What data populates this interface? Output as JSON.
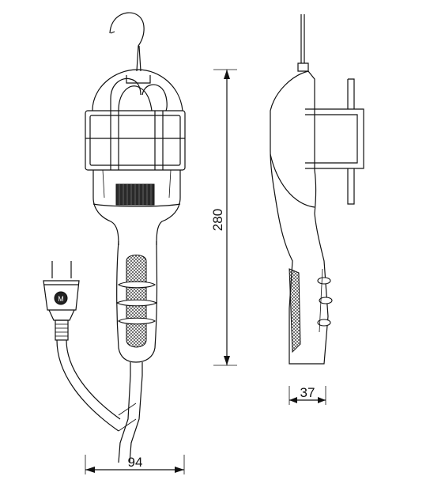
{
  "dimensions": {
    "height_label": "280",
    "depth_label": "37",
    "width_label": "94"
  },
  "logo_text": "M"
}
